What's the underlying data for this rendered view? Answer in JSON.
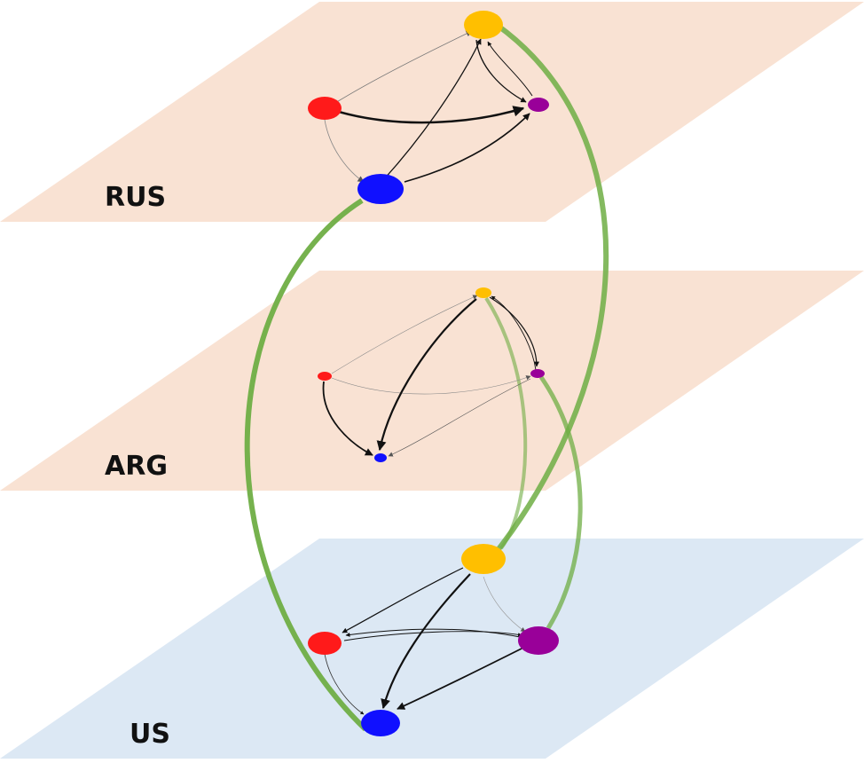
{
  "layers": [
    {
      "id": "rus",
      "label": "RUS",
      "color": "#f9e2d3"
    },
    {
      "id": "arg",
      "label": "ARG",
      "color": "#f9e2d3"
    },
    {
      "id": "us",
      "label": "US",
      "color": "#dce8f4"
    }
  ],
  "node_colors": {
    "red": "#ff1a1a",
    "yellow": "#ffbf00",
    "purple": "#990099",
    "blue": "#1010ff"
  },
  "edge_color": "#111111",
  "interlayer_color": "#6fae44"
}
